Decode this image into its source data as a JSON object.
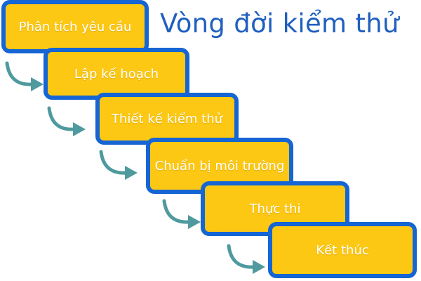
{
  "title": "Vòng đời kiểm thử",
  "steps": [
    {
      "label": "Phân tích yêu cầu"
    },
    {
      "label": "Lập kế hoạch"
    },
    {
      "label": "Thiết kế kiểm thử"
    },
    {
      "label": "Chuẩn bị môi trường"
    },
    {
      "label": "Thực thi"
    },
    {
      "label": "Kết thúc"
    }
  ],
  "colors": {
    "box_fill": "#fcc813",
    "box_border": "#1565d4",
    "title_text": "#1f5fbf",
    "arrow": "#4f9a9e",
    "label_text": "#ffffff"
  },
  "icons": {
    "connector": "curved-arrow-icon"
  }
}
